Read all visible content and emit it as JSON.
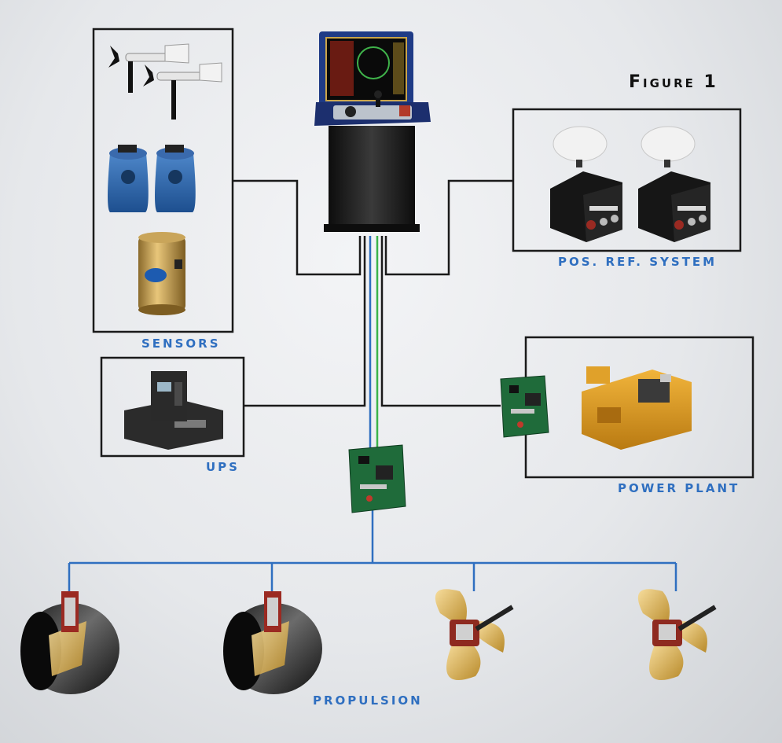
{
  "figure": {
    "title": "Figure 1"
  },
  "labels": {
    "sensors": "SENSORS",
    "ups": "UPS",
    "pos_ref": "POS. REF. SYSTEM",
    "power_plant": "POWER PLANT",
    "propulsion": "PROPULSION"
  },
  "colors": {
    "label": "#2f6fc0",
    "line_black": "#1a1a1a",
    "line_blue": "#2f6fc0",
    "line_green": "#3cb34a",
    "box_border": "#1a1a1a"
  },
  "icons": [
    "wind-sensor-icon",
    "gyro-compass-icon",
    "motion-reference-unit-icon",
    "dp-console-icon",
    "gps-antenna-icon",
    "receiver-unit-icon",
    "ups-icon",
    "control-board-icon",
    "generator-icon",
    "tunnel-thruster-icon",
    "azimuth-thruster-icon"
  ]
}
